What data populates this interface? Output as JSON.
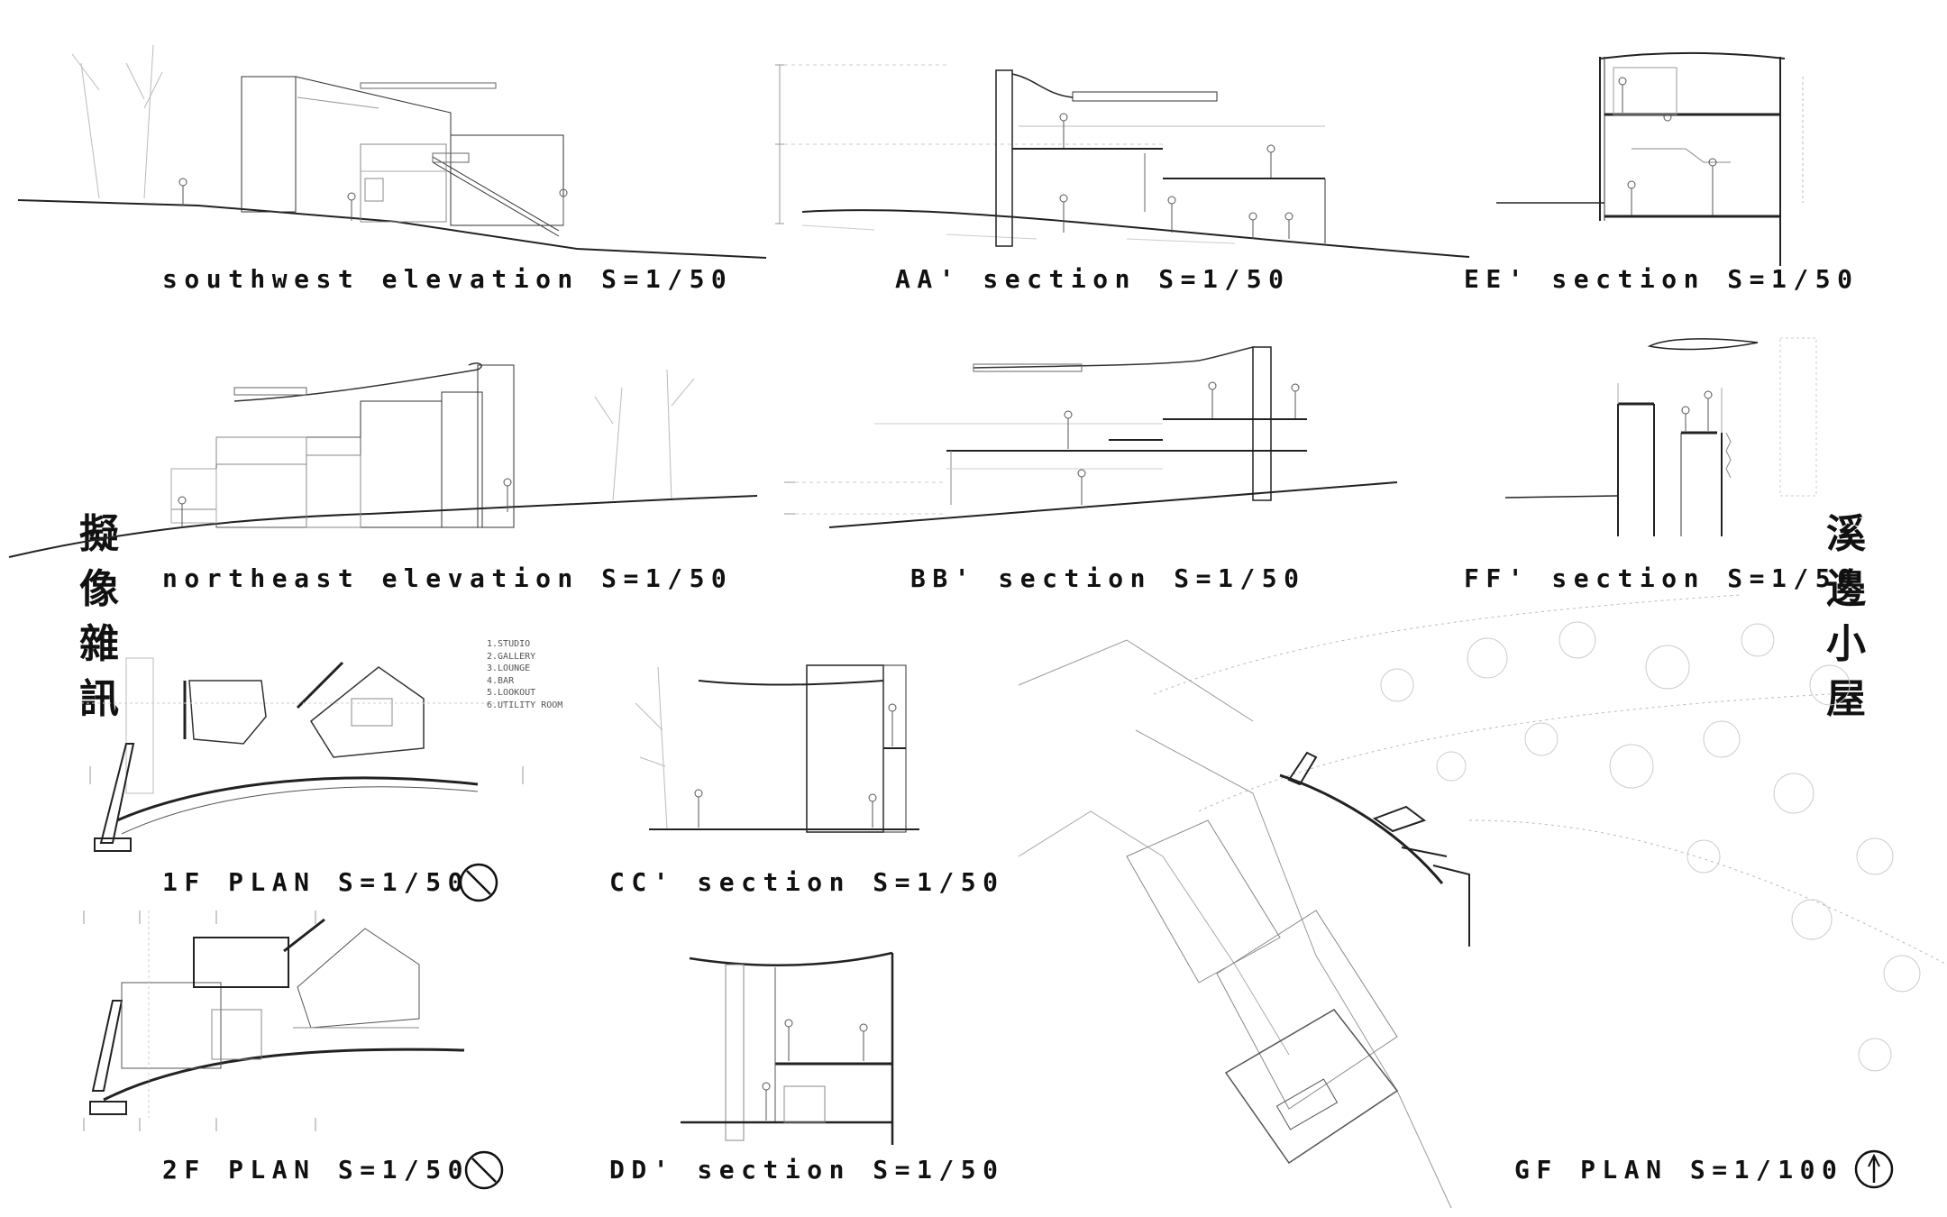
{
  "vertical_titles": {
    "left": [
      "擬",
      "像",
      "雜",
      "訊"
    ],
    "right": [
      "溪",
      "邊",
      "小",
      "屋"
    ]
  },
  "captions": {
    "southwest_elevation": "southwest elevation S=1/50",
    "aa_section": "AA' section S=1/50",
    "ee_section": "EE' section S=1/50",
    "northeast_elevation": "northeast elevation S=1/50",
    "bb_section": "BB' section S=1/50",
    "ff_section": "FF' section S=1/50",
    "plan_1f": "1F PLAN S=1/50",
    "cc_section": "CC' section S=1/50",
    "plan_2f": "2F PLAN S=1/50",
    "dd_section": "DD' section S=1/50",
    "plan_gf": "GF PLAN S=1/100"
  },
  "legend": [
    "1.STUDIO",
    "2.GALLERY",
    "3.LOUNGE",
    "4.BAR",
    "5.LOOKOUT",
    "6.UTILITY ROOM"
  ],
  "colors": {
    "ink": "#111111",
    "pencil": "#555555",
    "faint": "#aaaaaa",
    "background": "#ffffff"
  },
  "icons": {
    "north_arrow": "north-arrow-icon"
  }
}
